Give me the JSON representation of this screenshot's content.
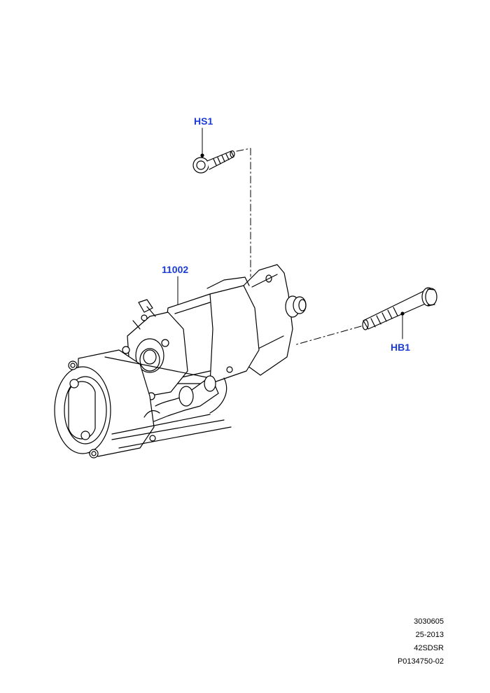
{
  "callouts": {
    "hs1": "HS1",
    "part": "11002",
    "hb1": "HB1"
  },
  "footer": {
    "line1": "3030605",
    "line2": "25-2013",
    "line3": "42SDSR",
    "line4": "P0134750-02"
  },
  "colors": {
    "callout": "#1a3bd6",
    "linework": "#000000"
  }
}
